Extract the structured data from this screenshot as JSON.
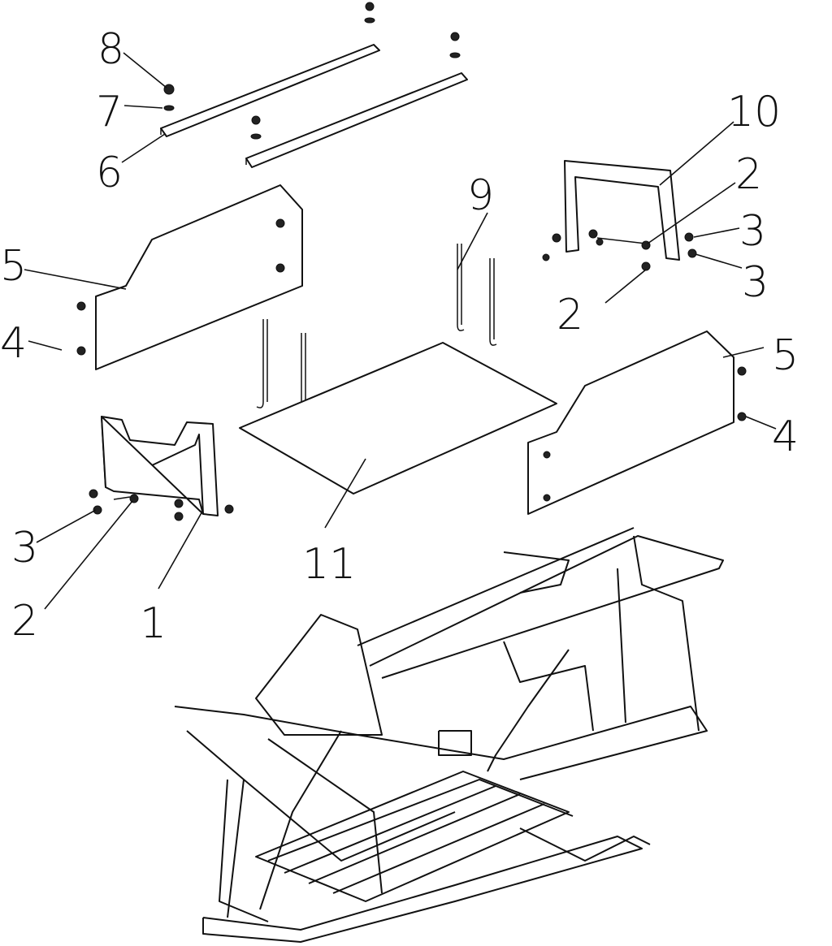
{
  "diagram": {
    "type": "exploded-parts-view",
    "callouts": [
      {
        "id": "c8",
        "text": "8"
      },
      {
        "id": "c7",
        "text": "7"
      },
      {
        "id": "c6",
        "text": "6"
      },
      {
        "id": "c10",
        "text": "10"
      },
      {
        "id": "c2a",
        "text": "2"
      },
      {
        "id": "c3a",
        "text": "3"
      },
      {
        "id": "c3b",
        "text": "3"
      },
      {
        "id": "c2b",
        "text": "2"
      },
      {
        "id": "c9",
        "text": "9"
      },
      {
        "id": "c5a",
        "text": "5"
      },
      {
        "id": "c4a",
        "text": "4"
      },
      {
        "id": "c5b",
        "text": "5"
      },
      {
        "id": "c4b",
        "text": "4"
      },
      {
        "id": "c3c",
        "text": "3"
      },
      {
        "id": "c2c",
        "text": "2"
      },
      {
        "id": "c1",
        "text": "1"
      },
      {
        "id": "c11",
        "text": "11"
      }
    ]
  }
}
